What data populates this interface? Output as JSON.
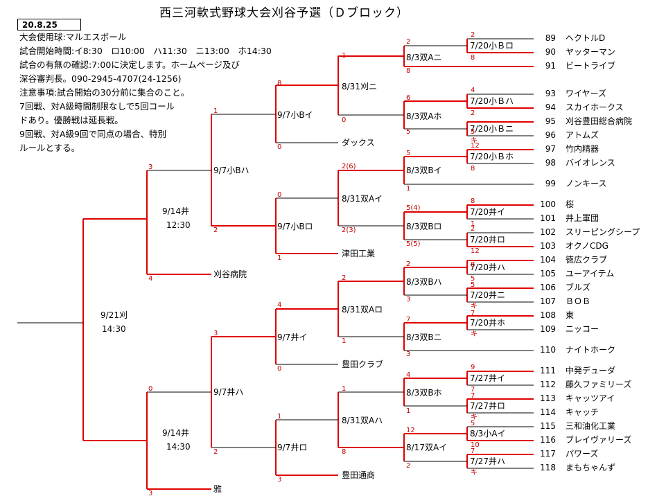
{
  "title": "西三河軟式野球大会刈谷予選（Ｄブロック）",
  "date": "20.8.25",
  "info": [
    "大会使用球:マルエスボール",
    "試合開始時間:イ8:30　ロ10:00　ハ11:30　ニ13:00　ホ14:30",
    "試合の有無の確認:7:00に決定します。ホームページ及び",
    "深谷審判長。090-2945-4707(24-1256)",
    "注意事項:試合開始の30分前に集合のこと。",
    " 7回戦、対A級時間制限なしで5回コール",
    " ドあり。優勝戦は延長戦。",
    " 9回戦、対A級9回で同点の場合、特別",
    " ルールとする。"
  ],
  "teams": [
    {
      "no": "89",
      "name": "ヘクトルD"
    },
    {
      "no": "90",
      "name": "ヤッターマン"
    },
    {
      "no": "91",
      "name": "ビートライブ"
    },
    {
      "no": "93",
      "name": "ワイヤーズ"
    },
    {
      "no": "94",
      "name": "スカイホークス"
    },
    {
      "no": "95",
      "name": "刈谷豊田総合病院"
    },
    {
      "no": "96",
      "name": "アトムズ"
    },
    {
      "no": "97",
      "name": "竹内精器"
    },
    {
      "no": "98",
      "name": "バイオレンス"
    },
    {
      "no": "99",
      "name": "ノンキース"
    },
    {
      "no": "100",
      "name": "桜"
    },
    {
      "no": "101",
      "name": "井上軍団"
    },
    {
      "no": "102",
      "name": "スリーピングシープ"
    },
    {
      "no": "103",
      "name": "オクノCDG"
    },
    {
      "no": "104",
      "name": "徳広クラブ"
    },
    {
      "no": "105",
      "name": "ユーアイテム"
    },
    {
      "no": "106",
      "name": "ブルズ"
    },
    {
      "no": "107",
      "name": "ＢＯＢ"
    },
    {
      "no": "108",
      "name": "東"
    },
    {
      "no": "109",
      "name": "ニッコー"
    },
    {
      "no": "110",
      "name": "ナイトホーク"
    },
    {
      "no": "111",
      "name": "中発デューダ"
    },
    {
      "no": "112",
      "name": "藤久ファミリーズ"
    },
    {
      "no": "113",
      "name": "キャッツアイ"
    },
    {
      "no": "114",
      "name": "キャッチ"
    },
    {
      "no": "115",
      "name": "三和油化工業"
    },
    {
      "no": "116",
      "name": "ブレイヴァリーズ"
    },
    {
      "no": "117",
      "name": "パワーズ"
    },
    {
      "no": "118",
      "name": "まもちゃんず"
    }
  ],
  "round_teams": {
    "daxus": "ダックス",
    "tsuda": "津田工業",
    "kariya_hosp": "刈谷病院",
    "toyota_club": "豊田クラブ",
    "toyota_tsusho": "豊田通商",
    "miyabi": "雅"
  },
  "matches": {
    "m1": "7/20小Ｂロ",
    "m2": "7/20小Ｂハ",
    "m3": "7/20小Ｂニ",
    "m4": "7/20小Ｂホ",
    "m5": "7/20井イ",
    "m6": "7/20井ロ",
    "m7": "7/20井ハ",
    "m8": "7/20井ニ",
    "m9": "7/20井ホ",
    "m10": "7/27井イ",
    "m11": "7/27井ロ",
    "m12": "8/3小Aイ",
    "m13": "7/27井ハ",
    "r2a": "8/3双Aニ",
    "r2b": "8/3双Aホ",
    "r2c": "8/3双Bイ",
    "r2d": "8/3双Bロ",
    "r2e": "8/3双Bハ",
    "r2f": "8/3双Bニ",
    "r2g": "8/3双Bホ",
    "r2h": "8/17双Aイ",
    "r3a": "8/31刈ニ",
    "r3b": "8/31双Aイ",
    "r3c": "8/31双Aロ",
    "r3d": "8/31双Aハ",
    "r4a": "9/7小Bイ",
    "r4b": "9/7小Bロ",
    "r4c": "9/7井イ",
    "r4d": "9/7井ロ",
    "r5a": "9/7小Bハ",
    "r5b": "9/7井ハ",
    "r6a_date": "9/14井",
    "r6a_time": "12:30",
    "r6b_date": "9/14井",
    "r6b_time": "14:30",
    "final_date": "9/21刈",
    "final_time": "14:30"
  },
  "scores": {
    "s89": "2",
    "s90": "8",
    "s91": "2",
    "s91b": "8",
    "s93": "4",
    "s94": "2",
    "s95": "5",
    "s96": "キ",
    "s93b": "6",
    "s95b": "5",
    "s97": "12",
    "s98": "8",
    "s97b": "5",
    "s99": "1",
    "s100": "8",
    "s101": "1",
    "s102": "2",
    "s103": "12",
    "s100b": "5(4)",
    "s102b": "5(5)",
    "s104": "8",
    "s105": "5",
    "s106": "5",
    "s107": "キ",
    "s104b": "2",
    "s106b": "3",
    "s108": "7",
    "s109": "キ",
    "s108b": "7",
    "s110": "3",
    "s111": "9",
    "s112": "7",
    "s113": "7",
    "s114": "キ",
    "s111b": "4",
    "s113b": "1",
    "s115": "5",
    "s116": "10",
    "s117": "7",
    "s118": "キ",
    "s115b": "12",
    "s117b": "2",
    "r3a_top": "1",
    "r3a_bot": "0",
    "r3b_top": "2(6)",
    "r3b_bot": "2(3)",
    "r3c_top": "2",
    "r3c_bot": "1",
    "r3d_top": "1",
    "r3d_bot": "8",
    "r4a_top": "8",
    "r4a_bot": "0",
    "r4b_top": "0",
    "r4b_bot": "1",
    "r4c_top": "4",
    "r4c_bot": "0",
    "r4d_top": "1",
    "r4d_bot": "3",
    "r5a_top": "1",
    "r5a_bot": "2",
    "r5b_top": "3",
    "r5b_bot": "2",
    "r6a_top": "3",
    "r6a_bot": "4",
    "r6b_top": "0",
    "r6b_bot": "3"
  },
  "colors": {
    "win_line": "#e00000",
    "line": "#000000",
    "score": "#c00000"
  }
}
